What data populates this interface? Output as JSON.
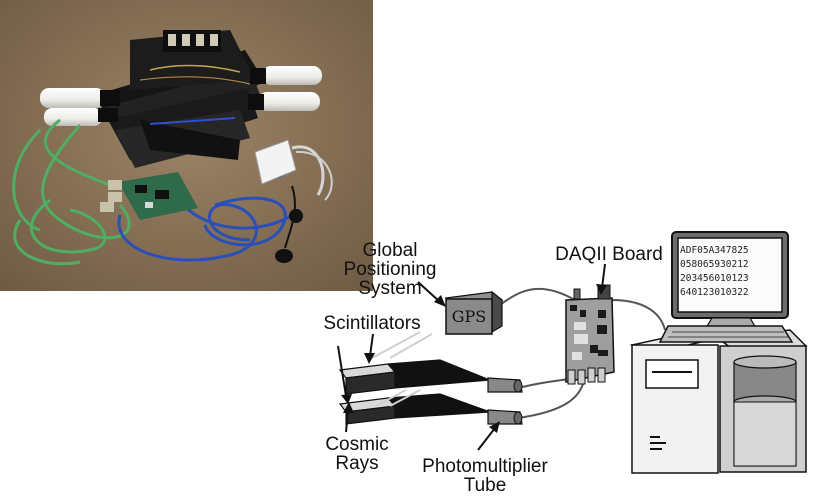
{
  "diagram": {
    "labels": {
      "gps_system": [
        "Global",
        "Positioning",
        "System"
      ],
      "daq_board": "DAQII Board",
      "scintillators": "Scintillators",
      "cosmic_rays": [
        "Cosmic",
        "Rays"
      ],
      "pmt": [
        "Photomultiplier",
        "Tube"
      ],
      "gps_box": "GPS"
    },
    "monitor_text": [
      "ADF05A347825",
      "058065930212",
      "203456010123",
      "640123010322"
    ]
  },
  "colors": {
    "photo_bg": "#8c7457",
    "cable_green": "#4fae62",
    "cable_blue": "#2b4fb8",
    "pmt_white": "#f4f4f2",
    "scintillator_black": "#1b1b1b"
  }
}
